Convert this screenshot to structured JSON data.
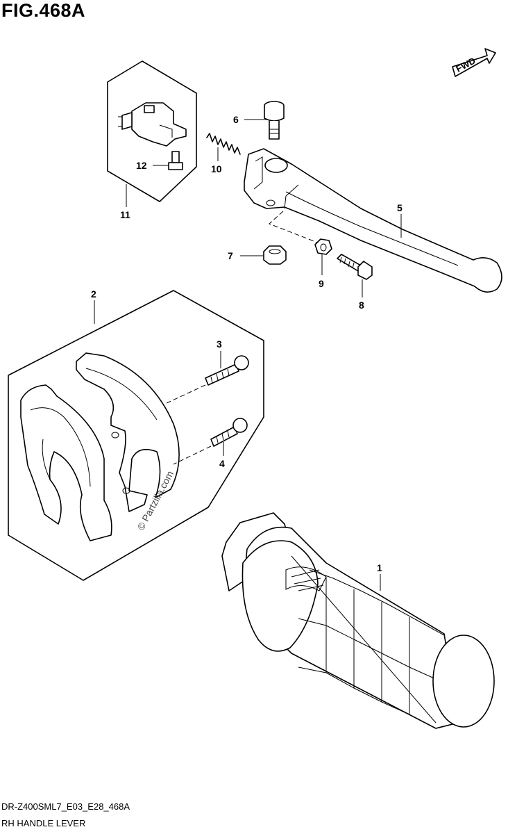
{
  "figure": {
    "title": "FIG.468A",
    "model_code": "DR-Z400SML7_E03_E28_468A",
    "name": "RH HANDLE LEVER",
    "direction_label": "FWD",
    "watermark": "© Partzilla.com"
  },
  "callouts": {
    "c1": "1",
    "c2": "2",
    "c3": "3",
    "c4": "4",
    "c5": "5",
    "c6": "6",
    "c7": "7",
    "c8": "8",
    "c9": "9",
    "c10": "10",
    "c11": "11",
    "c12": "12"
  },
  "parts": [
    {
      "number": "1",
      "icon": "handle-grip"
    },
    {
      "number": "2",
      "icon": "lever-holder-assembly"
    },
    {
      "number": "3",
      "icon": "screw"
    },
    {
      "number": "4",
      "icon": "screw"
    },
    {
      "number": "5",
      "icon": "front-brake-lever"
    },
    {
      "number": "6",
      "icon": "lever-pivot-bolt"
    },
    {
      "number": "7",
      "icon": "cap-nut"
    },
    {
      "number": "8",
      "icon": "bolt"
    },
    {
      "number": "9",
      "icon": "nut"
    },
    {
      "number": "10",
      "icon": "spring"
    },
    {
      "number": "11",
      "icon": "brake-light-switch"
    },
    {
      "number": "12",
      "icon": "screw"
    }
  ]
}
